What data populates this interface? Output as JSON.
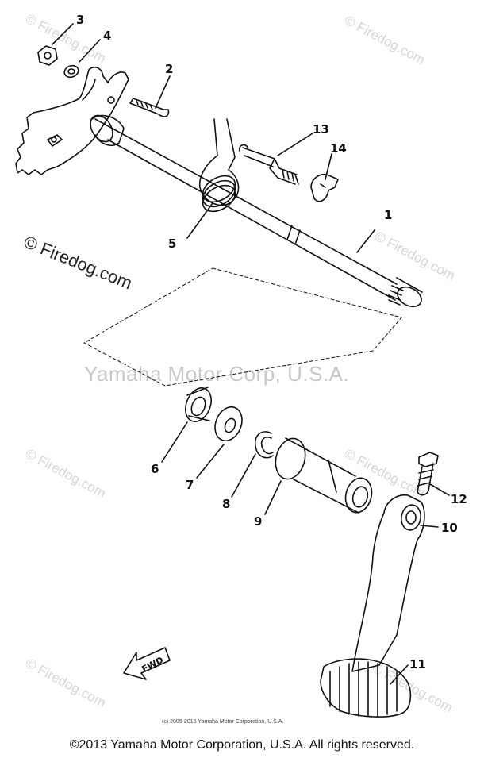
{
  "watermarks": {
    "site": "© Firedog.com",
    "brand": "Yamaha Motor Corp, U.S.A.",
    "left_mark": "© Firedog.com"
  },
  "callouts": [
    "1",
    "2",
    "3",
    "4",
    "5",
    "6",
    "7",
    "8",
    "9",
    "10",
    "11",
    "12",
    "13",
    "14"
  ],
  "fwd_label": "FWD",
  "small_copyright": "(c) 2005-2015 Yamaha Motor Corporation, U.S.A.",
  "footer": "©2013 Yamaha Motor Corporation, U.S.A. All rights reserved."
}
